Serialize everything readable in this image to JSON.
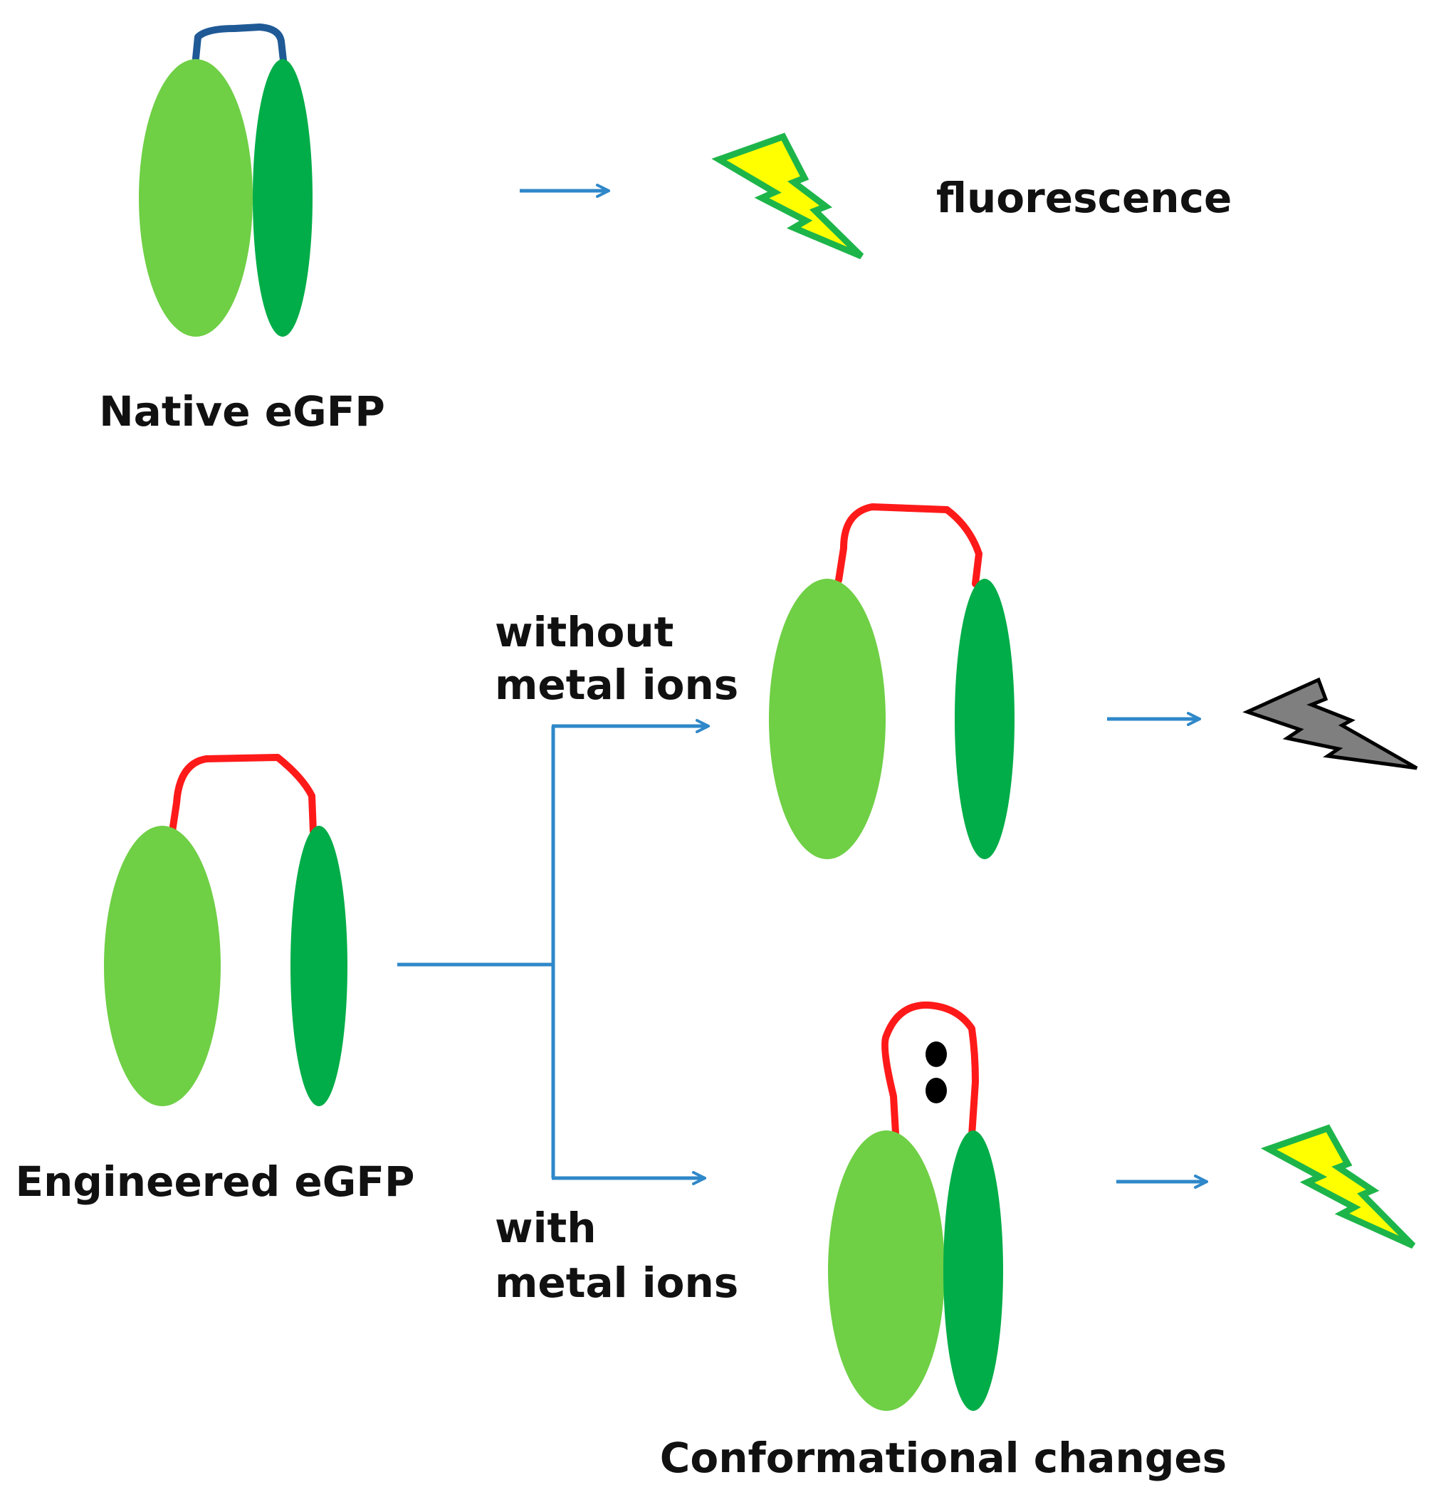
{
  "labels": {
    "native": "Native eGFP",
    "fluorescence": "fluorescence",
    "engineered": "Engineered eGFP",
    "without_line1": "without",
    "without_line2": "metal ions",
    "with_line1": "with",
    "with_line2": "metal ions",
    "conformational": "Conformational changes"
  },
  "colors": {
    "light_green": "#6FCF45",
    "dark_green": "#00AD48",
    "native_linker": "#1F5A96",
    "engineered_linker": "#FF1A1A",
    "arrow": "#2F88C9",
    "bolt_fill_on": "#FFFF00",
    "bolt_outline_on": "#1DB54A",
    "bolt_fill_off": "#7F7F7F",
    "bolt_outline_off": "#000000",
    "metal_ion": "#000000"
  }
}
